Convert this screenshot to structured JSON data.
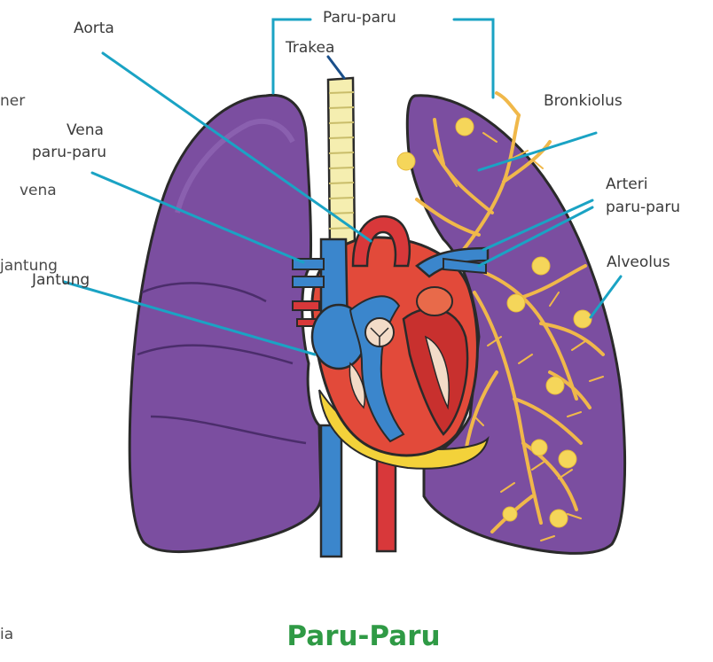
{
  "labels": {
    "paru_paru": "Paru-paru",
    "trakea": "Trakea",
    "aorta": "Aorta",
    "bronkiolus": "Bronkiolus",
    "vena_paru_paru_1": "Vena",
    "vena_paru_paru_2": "paru-paru",
    "arteri_paru_paru_1": "Arteri",
    "arteri_paru_paru_2": "paru-paru",
    "alveolus": "Alveolus",
    "jantung": "Jantung"
  },
  "partial_text": {
    "left_top": "ner",
    "left_vena": "vena",
    "left_jantung": "jantung",
    "left_bottom": "ia"
  },
  "caption": "Paru-Paru",
  "colors": {
    "lung": "#7b4ea0",
    "lung_dark": "#5f3a85",
    "vein": "#3b86cc",
    "artery": "#d8383a",
    "trachea": "#f5eeb0",
    "bronchi": "#f0b84a",
    "fat": "#f3d23a",
    "leader": "#1aa3c4",
    "caption": "#2f9a45"
  }
}
